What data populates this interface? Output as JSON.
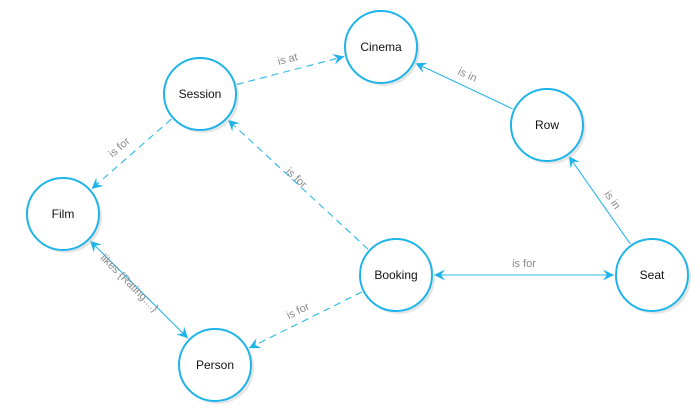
{
  "nodes": [
    {
      "id": "cinema",
      "label": "Cinema"
    },
    {
      "id": "session",
      "label": "Session"
    },
    {
      "id": "row",
      "label": "Row"
    },
    {
      "id": "film",
      "label": "Film"
    },
    {
      "id": "booking",
      "label": "Booking"
    },
    {
      "id": "seat",
      "label": "Seat"
    },
    {
      "id": "person",
      "label": "Person"
    }
  ],
  "edges": [
    {
      "id": "session-cinema",
      "from": "session",
      "to": "cinema",
      "label": "is at",
      "style": "dashed",
      "arrows": "end"
    },
    {
      "id": "row-cinema",
      "from": "row",
      "to": "cinema",
      "label": "is in",
      "style": "solid",
      "arrows": "end"
    },
    {
      "id": "session-film",
      "from": "session",
      "to": "film",
      "label": "is for",
      "style": "dashed",
      "arrows": "end"
    },
    {
      "id": "booking-session",
      "from": "booking",
      "to": "session",
      "label": "is for",
      "style": "dashed",
      "arrows": "end"
    },
    {
      "id": "seat-row",
      "from": "seat",
      "to": "row",
      "label": "is in",
      "style": "solid",
      "arrows": "end"
    },
    {
      "id": "booking-seat",
      "from": "booking",
      "to": "seat",
      "label": "is for",
      "style": "solid",
      "arrows": "both"
    },
    {
      "id": "film-person",
      "from": "film",
      "to": "person",
      "label": "likes {Rating:...}",
      "style": "solid",
      "arrows": "both"
    },
    {
      "id": "booking-person",
      "from": "booking",
      "to": "person",
      "label": "is for",
      "style": "dashed",
      "arrows": "end"
    }
  ],
  "colors": {
    "node_stroke": "#1fb4e9",
    "edge": "#2bb7ea",
    "edge_label": "#8a8a8a",
    "node_label": "#111111"
  }
}
